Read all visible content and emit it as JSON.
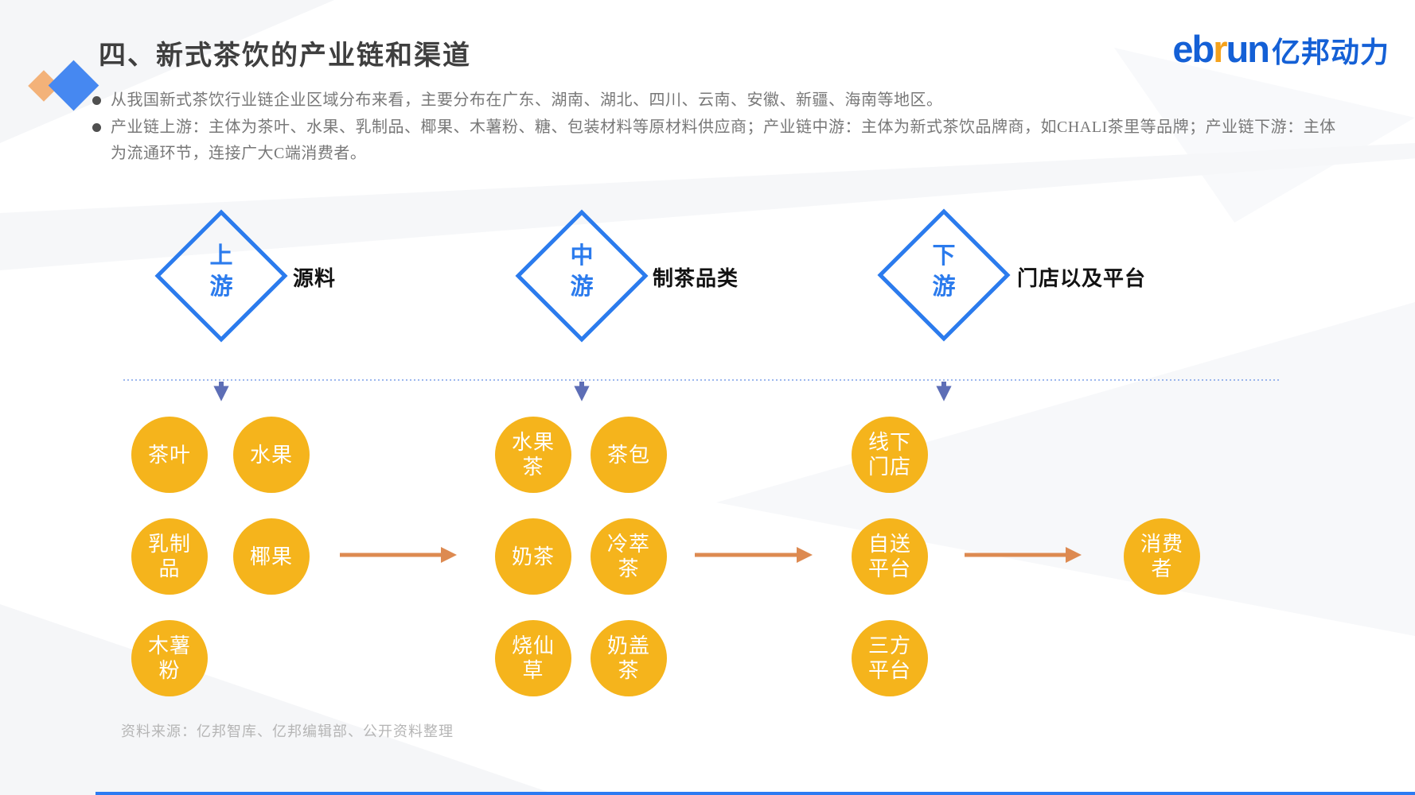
{
  "header": {
    "title": "四、新式茶饮的产业链和渠道",
    "logo": {
      "en_part1": "eb",
      "en_accent": "r",
      "en_part2": "un",
      "cn": "亿邦动力"
    }
  },
  "bullets": [
    "从我国新式茶饮行业链企业区域分布来看，主要分布在广东、湖南、湖北、四川、云南、安徽、新疆、海南等地区。",
    "产业链上游：主体为茶叶、水果、乳制品、椰果、木薯粉、糖、包装材料等原材料供应商；产业链中游：主体为新式茶饮品牌商，如CHALI茶里等品牌；产业链下游：主体为流通环节，连接广大C端消费者。"
  ],
  "stages": [
    {
      "id": "upstream",
      "diamond_line1": "上",
      "diamond_line2": "游",
      "label": "源料"
    },
    {
      "id": "midstream",
      "diamond_line1": "中",
      "diamond_line2": "游",
      "label": "制茶品类"
    },
    {
      "id": "downstream",
      "diamond_line1": "下",
      "diamond_line2": "游",
      "label": "门店以及平台"
    }
  ],
  "circles": [
    {
      "group": "upstream",
      "line1": "茶叶",
      "line2": ""
    },
    {
      "group": "upstream",
      "line1": "水果",
      "line2": ""
    },
    {
      "group": "upstream",
      "line1": "乳制",
      "line2": "品"
    },
    {
      "group": "upstream",
      "line1": "椰果",
      "line2": ""
    },
    {
      "group": "upstream",
      "line1": "木薯",
      "line2": "粉"
    },
    {
      "group": "midstream",
      "line1": "水果",
      "line2": "茶"
    },
    {
      "group": "midstream",
      "line1": "茶包",
      "line2": ""
    },
    {
      "group": "midstream",
      "line1": "奶茶",
      "line2": ""
    },
    {
      "group": "midstream",
      "line1": "冷萃",
      "line2": "茶"
    },
    {
      "group": "midstream",
      "line1": "烧仙",
      "line2": "草"
    },
    {
      "group": "midstream",
      "line1": "奶盖",
      "line2": "茶"
    },
    {
      "group": "downstream",
      "line1": "线下",
      "line2": "门店"
    },
    {
      "group": "downstream",
      "line1": "自送",
      "line2": "平台"
    },
    {
      "group": "downstream",
      "line1": "三方",
      "line2": "平台"
    },
    {
      "group": "consumer",
      "line1": "消费",
      "line2": "者"
    }
  ],
  "footer": {
    "source": "资料来源：亿邦智库、亿邦编辑部、公开资料整理"
  },
  "colors": {
    "diamond_blue": "#2b7bed",
    "circle_yellow": "#f5b41c",
    "flow_arrow_orange": "#dd8a51",
    "down_arrow_slate": "#5d6eb6",
    "dotted_line_blue": "#7da0e8",
    "logo_blue": "#1460d6",
    "logo_orange": "#f5a21c",
    "bottom_bar_blue": "#2c7bf2"
  }
}
